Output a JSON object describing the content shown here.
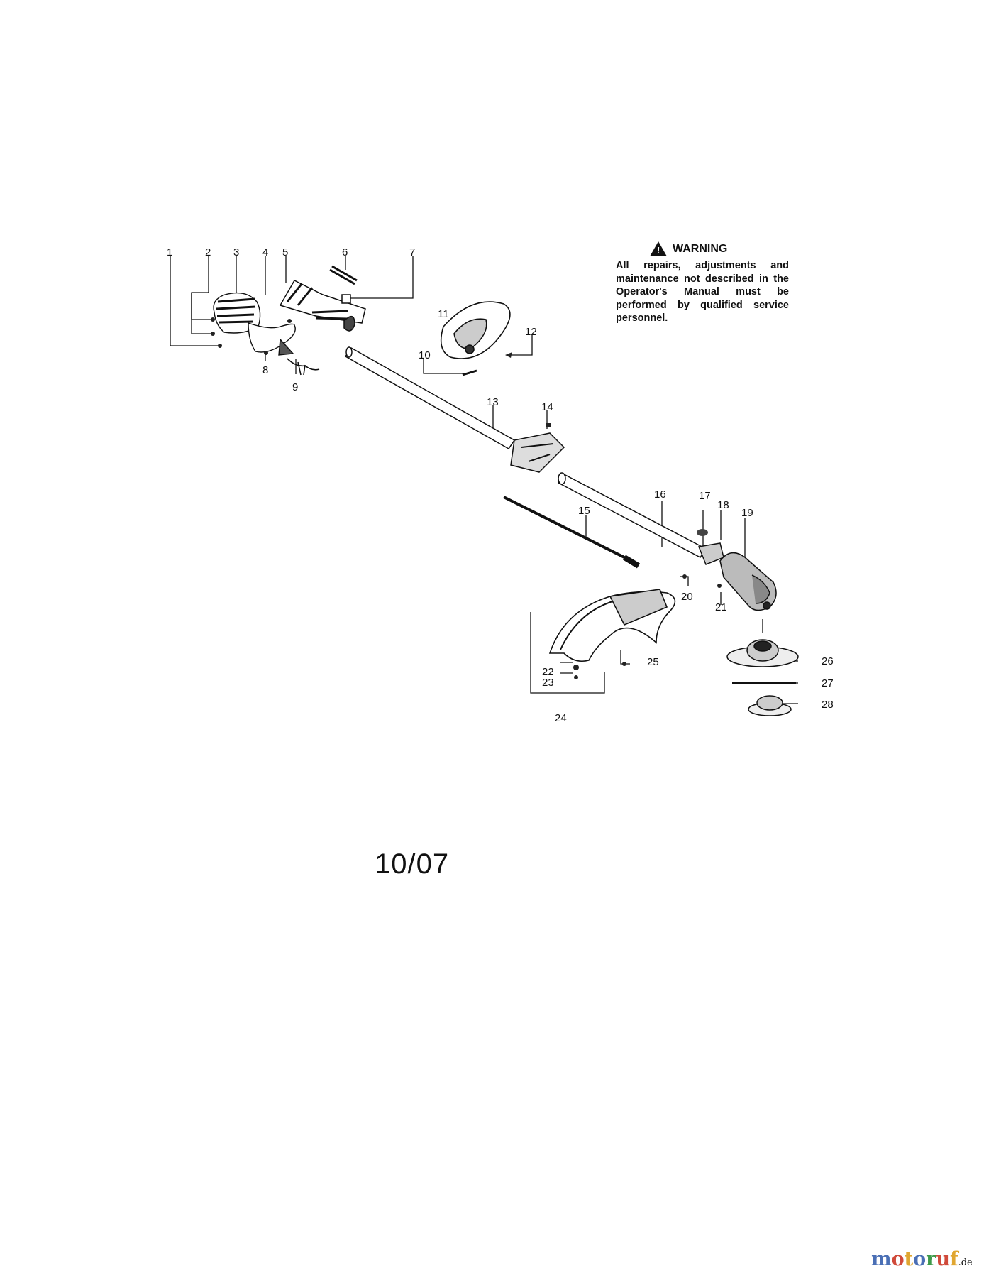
{
  "warning": {
    "title": "WARNING",
    "text": "All repairs, adjustments and maintenance not described in the Operator's Manual must be performed by qualified service personnel."
  },
  "date_code": "10/07",
  "brand": {
    "letters": [
      "m",
      "o",
      "t",
      "o",
      "r",
      "u",
      "f"
    ],
    "colors": [
      "#4a6fb5",
      "#d04a3a",
      "#e0a630",
      "#4a6fb5",
      "#3d9a4a",
      "#d04a3a",
      "#e0a630"
    ],
    "suffix": ".de"
  },
  "callouts": [
    "1",
    "2",
    "3",
    "4",
    "5",
    "6",
    "7",
    "8",
    "9",
    "10",
    "11",
    "12",
    "13",
    "14",
    "15",
    "16",
    "17",
    "18",
    "19",
    "20",
    "21",
    "22",
    "23",
    "24",
    "25",
    "26",
    "27",
    "28"
  ]
}
